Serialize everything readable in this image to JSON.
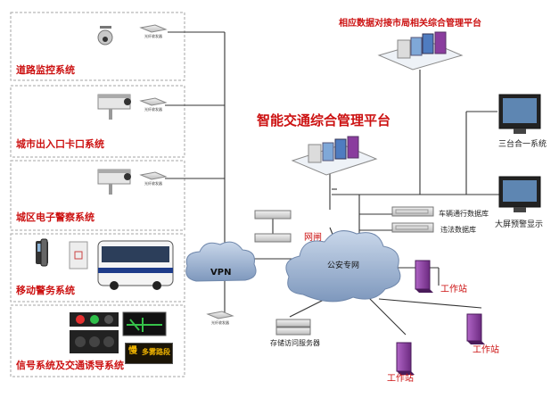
{
  "platforms": {
    "municipal": "相应数据对接市局相关综合管理平台",
    "main": "智能交通综合管理平台"
  },
  "subsystems": [
    {
      "label": "道路监控系统",
      "device": "光纤收发器"
    },
    {
      "label": "城市出入口卡口系统",
      "device": "光纤收发器"
    },
    {
      "label": "城区电子警察系统",
      "device": "光纤收发器"
    },
    {
      "label": "移动警务系统"
    },
    {
      "label": "信号系统及交通诱导系统",
      "device": "光纤收发器",
      "sign": "多雾路段",
      "sign_icon": "慢"
    }
  ],
  "network": {
    "vpn": "VPN",
    "gateway": "网闸",
    "police_net": "公安专网"
  },
  "servers": {
    "vehicle_db": "车辆通行数据库",
    "violation_db": "违法数据库",
    "storage": "存储访问服务器"
  },
  "displays": [
    {
      "label": "三台合一系统"
    },
    {
      "label": "大屏预警显示"
    }
  ],
  "workstations": [
    {
      "label": "工作站"
    },
    {
      "label": "工作站"
    },
    {
      "label": "工作站"
    }
  ],
  "colors": {
    "title_red": "#cc1111",
    "subsystem_red": "#cc1111",
    "cloud": "#8fa9c9",
    "server_blue": "#7fa8d8",
    "workstation_purple": "#8a3d9e",
    "line": "#333333"
  }
}
